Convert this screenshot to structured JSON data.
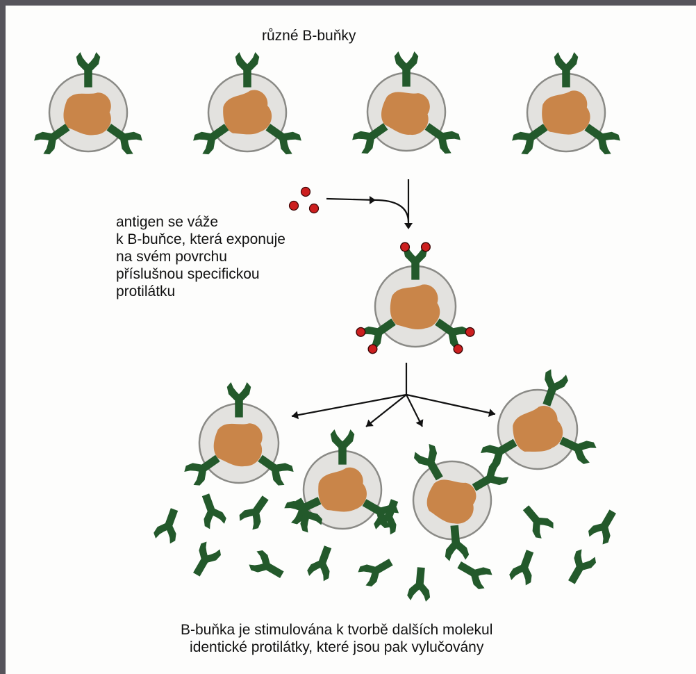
{
  "labels": {
    "top": "různé B-buňky",
    "antigen_binding": [
      "antigen se váže",
      "k B-buňce, která exponuje",
      "na svém povrchu",
      "příslušnou specifickou",
      "protilátku"
    ],
    "bottom": [
      "B-buňka je stimulována k tvorbě dalších molekul",
      "identické protilátky, které jsou pak  vylučovány"
    ]
  },
  "colors": {
    "background_frame": "#56545b",
    "paper": "#fdfdfc",
    "cell_fill": "#e3e2df",
    "cell_outline": "#8a8a86",
    "nucleus": "#c98549",
    "antibody": "#23592b",
    "antigen": "#cc1f1f",
    "arrow": "#111111"
  }
}
